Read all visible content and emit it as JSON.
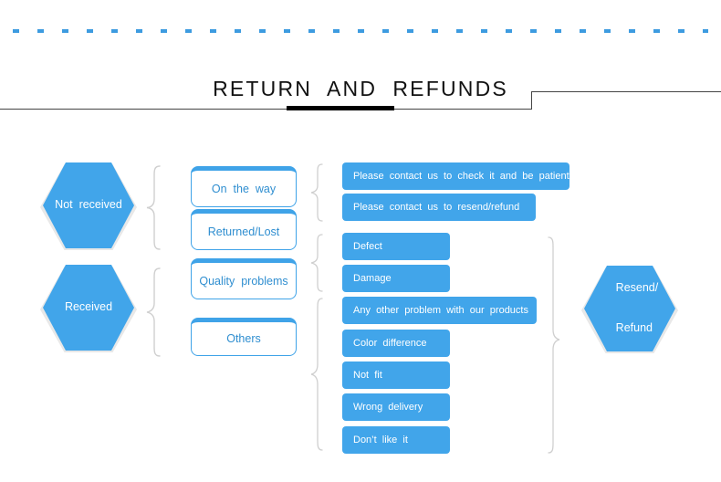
{
  "page": {
    "title": "RETURN  AND  REFUNDS",
    "accent_blue": "#41a5ea",
    "outline_text_blue": "#2f8ed0",
    "dotted_rule_color": "#3d9be0",
    "underline_color": "#000000",
    "background": "#ffffff"
  },
  "decor": {
    "dotted_rule_name": "dotted-divider",
    "title_underline_name": "title-underline"
  },
  "stages": {
    "status_hexagons": [
      {
        "id": "not-received",
        "label": "Not  received"
      },
      {
        "id": "received",
        "label": "Received"
      }
    ],
    "outcome_hexagon": {
      "id": "resend-refund",
      "line1": "Resend/",
      "line2": "Refund"
    }
  },
  "reasons": [
    {
      "id": "on-the-way",
      "label": "On  the  way"
    },
    {
      "id": "returned-lost",
      "label": "Returned/Lost"
    },
    {
      "id": "quality-problems",
      "label": "Quality  problems"
    },
    {
      "id": "others",
      "label": "Others"
    }
  ],
  "actions": [
    {
      "id": "contact-check",
      "label": "Please  contact  us  to  check  it  and  be  patient"
    },
    {
      "id": "contact-resend",
      "label": "Please  contact  us  to  resend/refund"
    },
    {
      "id": "defect",
      "label": "Defect"
    },
    {
      "id": "damage",
      "label": "Damage"
    },
    {
      "id": "any-other",
      "label": "Any  other  problem  with  our  products"
    },
    {
      "id": "color-difference",
      "label": "Color  difference"
    },
    {
      "id": "not-fit",
      "label": "Not  fit"
    },
    {
      "id": "wrong-delivery",
      "label": "Wrong  delivery"
    },
    {
      "id": "dont-like-it",
      "label": "Don’t  like  it"
    }
  ],
  "connectors": [
    {
      "id": "brace-not-received",
      "kind": "curly-brace-right"
    },
    {
      "id": "brace-received",
      "kind": "curly-brace-right"
    },
    {
      "id": "brace-ontheway-group",
      "kind": "curly-brace-right"
    },
    {
      "id": "brace-quality-group",
      "kind": "curly-brace-right"
    },
    {
      "id": "brace-others-group",
      "kind": "curly-brace-right"
    },
    {
      "id": "brace-resend-group",
      "kind": "curly-brace-right"
    }
  ]
}
